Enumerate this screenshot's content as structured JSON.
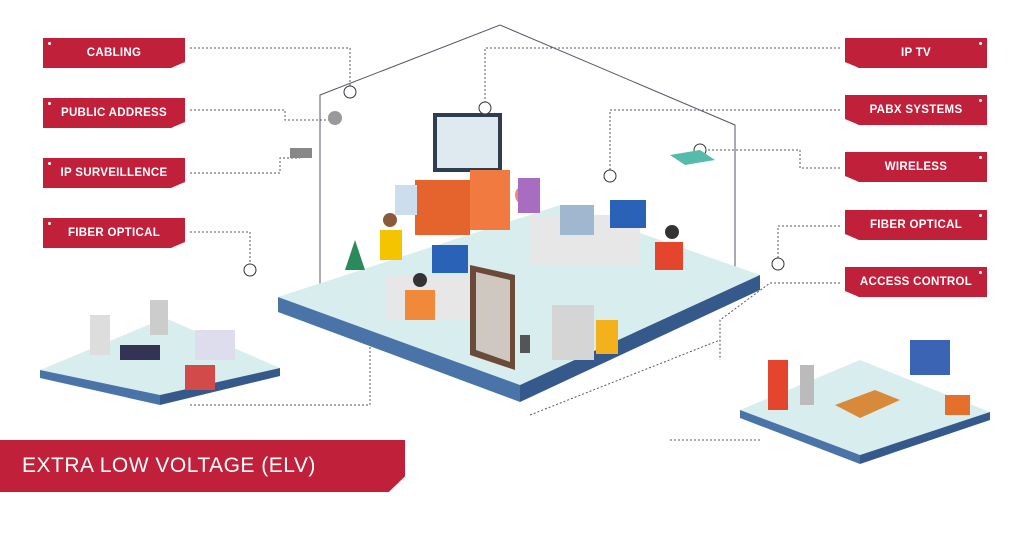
{
  "title": "EXTRA LOW VOLTAGE (ELV)",
  "left_labels": [
    "CABLING",
    "PUBLIC ADDRESS",
    "IP SURVEILLENCE",
    "FIBER OPTICAL"
  ],
  "right_labels": [
    "IP TV",
    "PABX SYSTEMS",
    "WIRELESS",
    "FIBER OPTICAL",
    "ACCESS CONTROL"
  ],
  "colors": {
    "brand": "#c1203a",
    "floor": "#d8eeee",
    "edge": "#4a73a8"
  }
}
